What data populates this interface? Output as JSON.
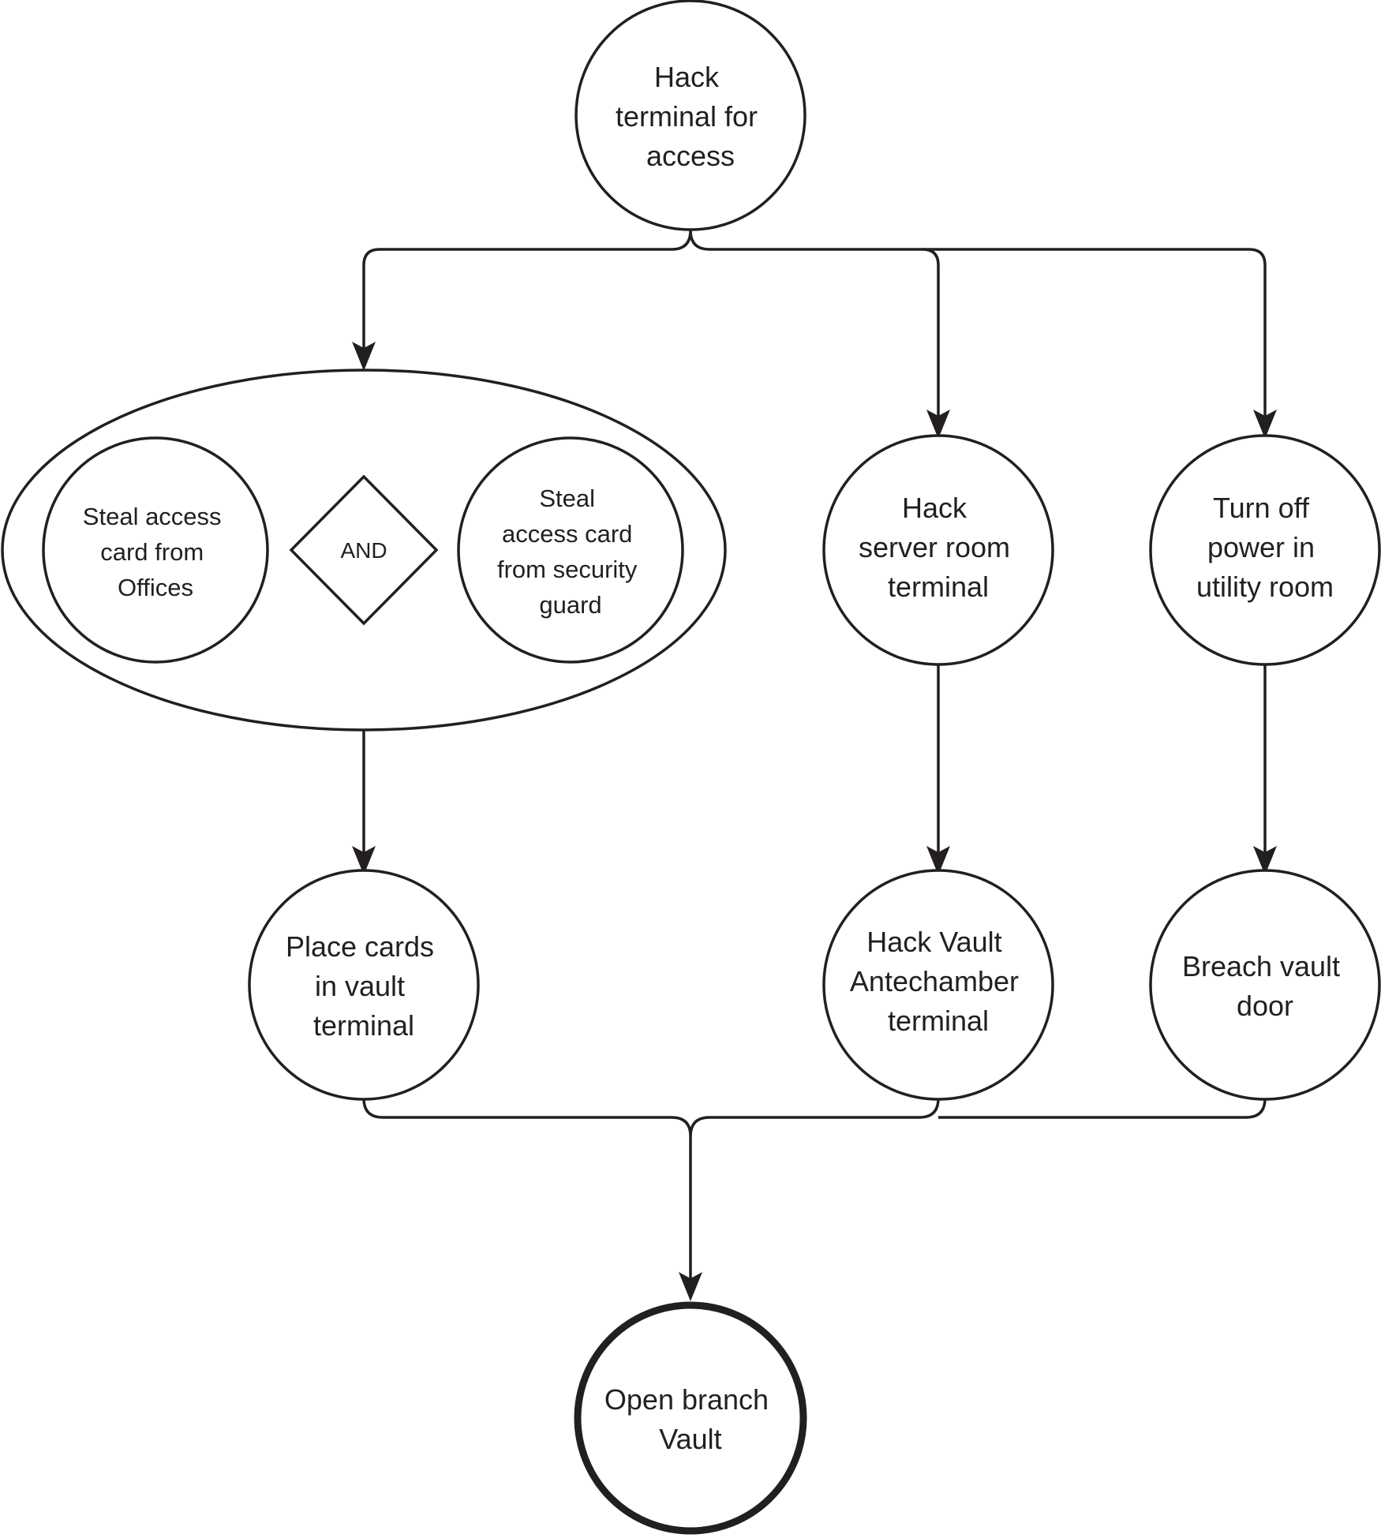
{
  "diagram": {
    "root": {
      "lines": [
        "Hack",
        "terminal for",
        "access"
      ]
    },
    "group": {
      "left": {
        "lines": [
          "Steal access",
          "card from",
          "Offices"
        ]
      },
      "gate": {
        "label": "AND"
      },
      "right": {
        "lines": [
          "Steal",
          "access card",
          "from security",
          "guard"
        ]
      }
    },
    "server_room": {
      "lines": [
        "Hack",
        "server room",
        "terminal"
      ]
    },
    "power": {
      "lines": [
        "Turn off",
        "power in",
        "utility room"
      ]
    },
    "place_cards": {
      "lines": [
        "Place cards",
        "in vault",
        "terminal"
      ]
    },
    "antechamber": {
      "lines": [
        "Hack Vault",
        "Antechamber",
        "terminal"
      ]
    },
    "breach": {
      "lines": [
        "Breach vault",
        "door"
      ]
    },
    "goal": {
      "lines": [
        "Open branch",
        "Vault"
      ]
    }
  }
}
